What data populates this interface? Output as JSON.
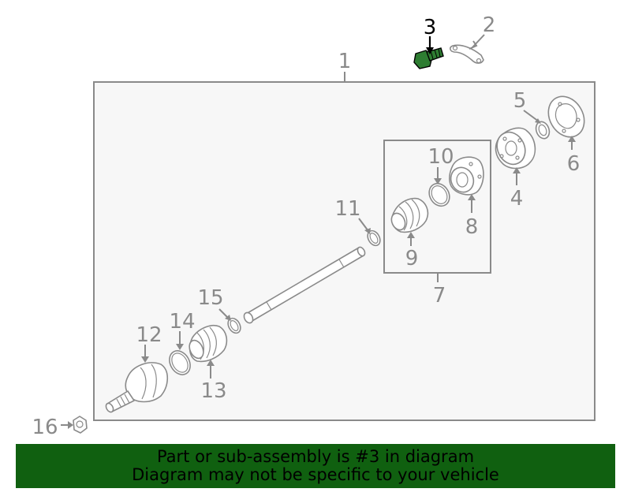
{
  "diagram": {
    "callouts": [
      "1",
      "2",
      "3",
      "4",
      "5",
      "6",
      "7",
      "8",
      "9",
      "10",
      "11",
      "12",
      "13",
      "14",
      "15",
      "16"
    ],
    "highlighted": "3",
    "colors": {
      "part_stroke": "#8a8a8a",
      "frame_fill": "#f7f7f7",
      "highlight_part": "#2e7d32",
      "banner": "#106010",
      "callout_highlight": "#000000"
    }
  },
  "banner": {
    "line1": "Part or sub-assembly is #3 in diagram",
    "line2": "Diagram may not be specific to your vehicle"
  }
}
